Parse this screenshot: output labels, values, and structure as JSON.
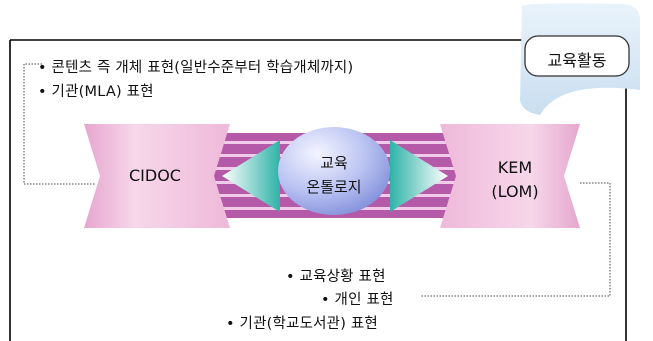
{
  "badge": {
    "label": "교육활동"
  },
  "top_notes": [
    "• 콘텐츠 즉 개체 표현(일반수준부터 학습개체까지)",
    "• 기관(MLA) 표현"
  ],
  "left_node": {
    "label": "CIDOC"
  },
  "center_node": {
    "line1": "교육",
    "line2": "온톨로지"
  },
  "right_node": {
    "line1": "KEM",
    "line2": "(LOM)"
  },
  "bottom_notes": [
    "• 교육상황 표현",
    "• 개인 표현",
    "• 기관(학교도서관) 표현"
  ],
  "colors": {
    "band": "#b45aa8",
    "band_stripe": "#f1cbe9",
    "node_pink": "#f3c8e3",
    "center": "#a9b4ee",
    "arrow_teal": "#3ab7ad",
    "badge_fill": "#d6e8f4"
  }
}
